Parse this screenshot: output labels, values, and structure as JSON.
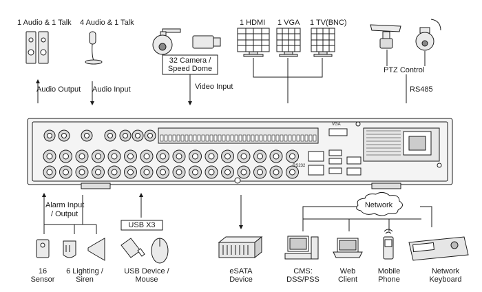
{
  "top": {
    "audio_talk_1": "1 Audio  & 1 Talk",
    "audio_talk_4": "4 Audio & 1 Talk",
    "camera_line1": "32 Camera /",
    "camera_line2": "Speed Dome",
    "video_input": "Video Input",
    "hdmi": "1 HDMI",
    "vga": "1 VGA",
    "tv_bnc": "1 TV(BNC)",
    "ptz_control": "PTZ Control",
    "rs485": "RS485",
    "audio_output": "Audio  Output",
    "audio_input": "Audio  Input"
  },
  "panel": {
    "vga_port": "VGA",
    "rs232_port": "RS232"
  },
  "bottom": {
    "alarm_line1": "Alarm Input",
    "alarm_line2": "/ Output",
    "usb_x3": "USB X3",
    "network": "Network",
    "sensor_line1": "16",
    "sensor_line2": "Sensor",
    "lighting_line1": "6 Lighting /",
    "lighting_line2": "Siren",
    "usb_dev_line1": "USB Device /",
    "usb_dev_line2": "Mouse",
    "esata_line1": "eSATA",
    "esata_line2": "Device",
    "cms_line1": "CMS:",
    "cms_line2": "DSS/PSS",
    "web_line1": "Web",
    "web_line2": "Client",
    "mobile_line1": "Mobile",
    "mobile_line2": "Phone",
    "keyboard_line1": "Network",
    "keyboard_line2": "Keyboard"
  },
  "colors": {
    "line": "#1a1a1a",
    "device_fill": "#e6e6e6",
    "panel_fill": "#f4f4f4"
  }
}
